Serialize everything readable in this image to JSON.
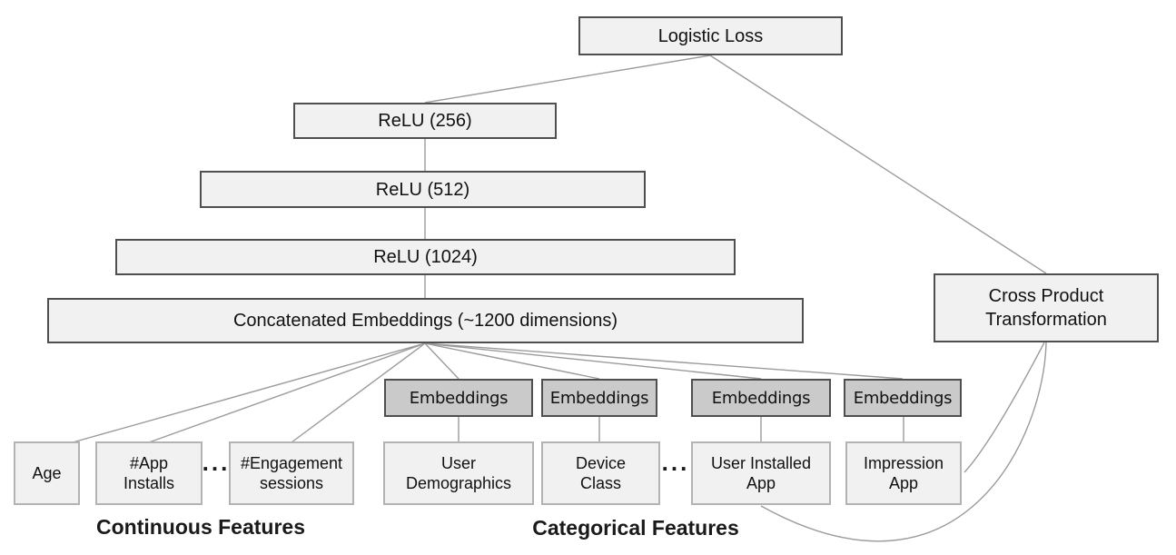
{
  "diagram_type": "wide-and-deep-model-architecture",
  "colors": {
    "node_fill": "#f1f1f1",
    "embedding_fill": "#cacaca",
    "node_border_dark": "#4f4f4f",
    "feature_border_light": "#b3b3b3",
    "edge": "#9b9b9b",
    "text": "#111111"
  },
  "deep": {
    "logistic_loss": "Logistic Loss",
    "relu1": "ReLU (256)",
    "relu2": "ReLU (512)",
    "relu3": "ReLU (1024)",
    "concat": "Concatenated Embeddings (~1200 dimensions)"
  },
  "wide": {
    "cross_product": "Cross Product\nTransformation"
  },
  "embeddings": [
    "Embeddings",
    "Embeddings",
    "Embeddings",
    "Embeddings"
  ],
  "features": {
    "age": "Age",
    "app_installs": "#App\nInstalls",
    "engagement_sessions": "#Engagement\nsessions",
    "user_demographics": "User\nDemographics",
    "device_class": "Device\nClass",
    "user_installed_app": "User Installed\nApp",
    "impression_app": "Impression\nApp"
  },
  "ellipsis": "...",
  "section_labels": {
    "continuous": "Continuous Features",
    "categorical": "Categorical Features"
  }
}
